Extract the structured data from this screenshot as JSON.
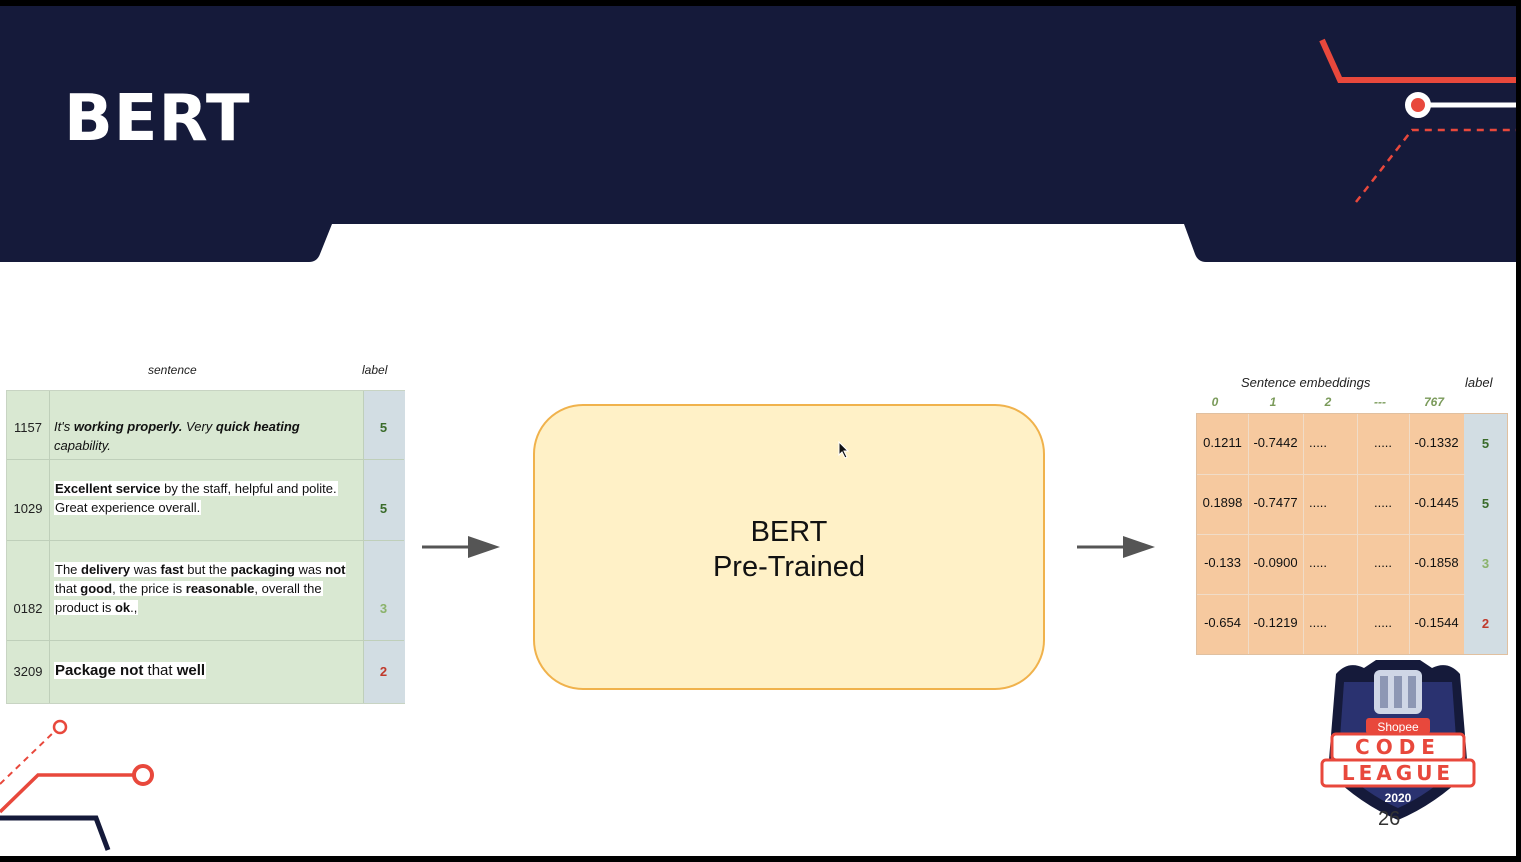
{
  "slide": {
    "title": "BERT",
    "page_number": "26"
  },
  "left_table": {
    "header_sentence": "sentence",
    "header_label": "label",
    "rows": [
      {
        "id": "1157",
        "label": "5",
        "label_color": "#3a6b2a"
      },
      {
        "id": "1029",
        "label": "5",
        "label_color": "#3a6b2a"
      },
      {
        "id": "0182",
        "label": "3",
        "label_color": "#8ab26a"
      },
      {
        "id": "3209",
        "label": "2",
        "label_color": "#c0392b"
      }
    ],
    "sentences": {
      "r1": [
        "It's ",
        "working properly.",
        " Very ",
        "quick heating",
        " capability."
      ],
      "r2": [
        "Excellent service",
        " by the staff, helpful and polite.",
        "Great experience overall."
      ],
      "r3": [
        "The ",
        "delivery",
        " was ",
        "fast",
        " but the ",
        "packaging",
        " was ",
        "not",
        "that ",
        "good",
        ", the price is ",
        "reasonable",
        ", overall the",
        "product is ",
        "ok",
        ".,"
      ],
      "r4": [
        "Package ",
        "not",
        " that ",
        "well"
      ]
    }
  },
  "model_box": {
    "line1": "BERT",
    "line2": "Pre-Trained"
  },
  "right_table": {
    "header": "Sentence embeddings",
    "header_label": "label",
    "columns": [
      "0",
      "1",
      "2",
      "---",
      "767"
    ],
    "rows": [
      {
        "cells": [
          "0.1211",
          "-0.7442",
          ".....",
          ".....",
          "-0.1332"
        ],
        "label": "5",
        "label_color": "#3a6b2a"
      },
      {
        "cells": [
          "0.1898",
          "-0.7477",
          ".....",
          ".....",
          "-0.1445"
        ],
        "label": "5",
        "label_color": "#3a6b2a"
      },
      {
        "cells": [
          "-0.133",
          "-0.0900",
          ".....",
          ".....",
          "-0.1858"
        ],
        "label": "3",
        "label_color": "#8ab26a"
      },
      {
        "cells": [
          "-0.654",
          "-0.1219",
          ".....",
          ".....",
          "-0.1544"
        ],
        "label": "2",
        "label_color": "#c0392b"
      }
    ]
  },
  "logo": {
    "brand": "Shopee",
    "word1": "CODE",
    "word2": "LEAGUE",
    "year": "2020"
  },
  "colors": {
    "navy": "#151a3a",
    "accent_red": "#e8483c"
  }
}
